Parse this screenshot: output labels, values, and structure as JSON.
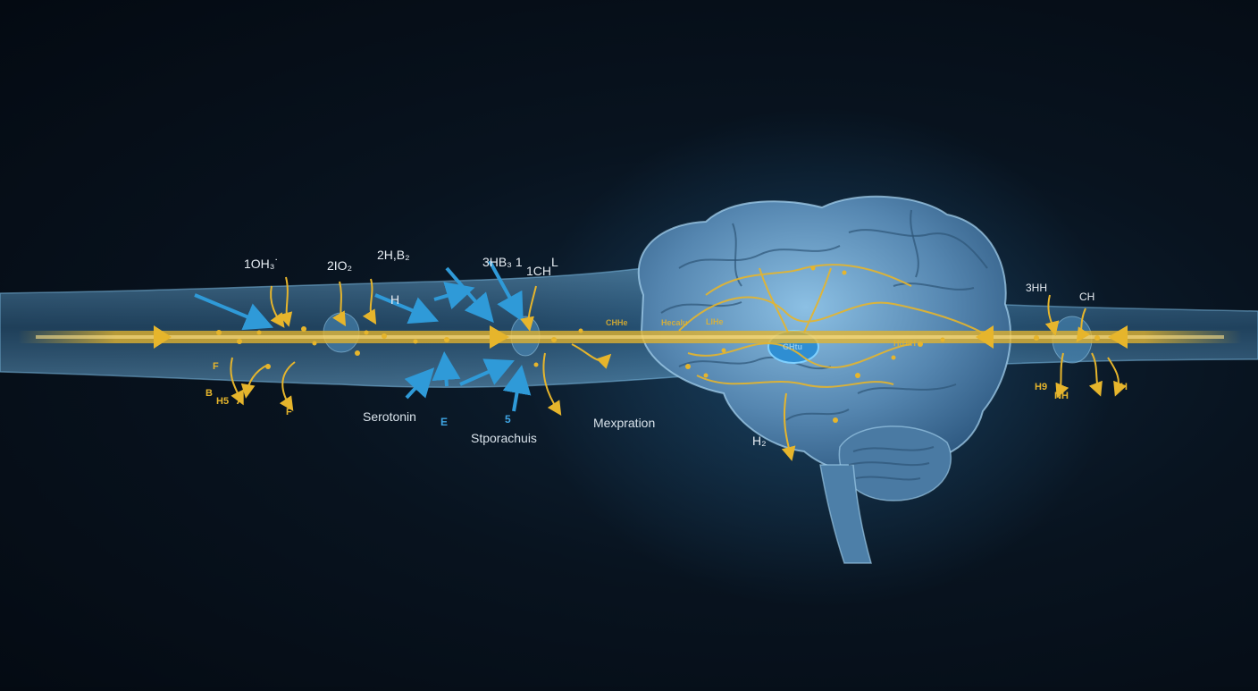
{
  "colors": {
    "background": "#050b13",
    "vessel": "#4f8fbf",
    "brain": "#5b8fb8",
    "yellow_flow": "#e6b52c",
    "blue_flow": "#2f9ad8",
    "label_text": "#e7edf3"
  },
  "labels": {
    "formula_1oh3": "1OH₃˙",
    "formula_2io2": "2IO₂",
    "formula_2hb2": "2H,B₂",
    "formula_3hb3": "3HB₃ 1",
    "formula_1ch": "1CH",
    "formula_l": "L",
    "formula_h_left": "H",
    "formula_3hh": "3HH",
    "formula_ch_right": "CH",
    "formula_h2": "H₂",
    "tag_f1": "F",
    "tag_b": "B",
    "tag_h5": "H5",
    "tag_n": "Л",
    "tag_f2": "F",
    "tag_e": "E",
    "tag_5": "5",
    "tag_h9": "H9",
    "tag_nh": "NH",
    "tag_h_right": "H",
    "serotonin": "Serotonin",
    "stporachuis": "Stporachuis",
    "mexpration": "Mexpration",
    "flow_text_1": "CHHe",
    "flow_text_2": "Hecalu",
    "flow_text_3": "LIHe",
    "flow_text_4": "GHtu",
    "flow_text_5": "HtHlH"
  }
}
